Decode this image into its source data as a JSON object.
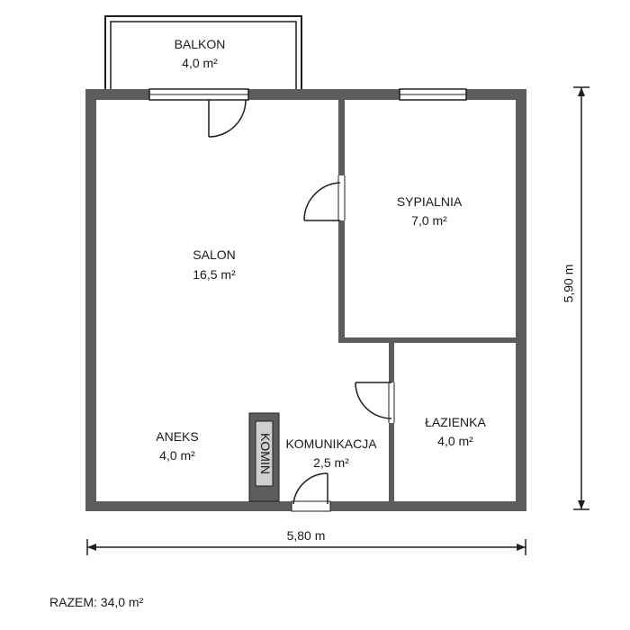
{
  "rooms": {
    "balkon": {
      "name": "BALKON",
      "area": "4,0 m²"
    },
    "salon": {
      "name": "SALON",
      "area": "16,5 m²"
    },
    "sypialnia": {
      "name": "SYPIALNIA",
      "area": "7,0 m²"
    },
    "aneks": {
      "name": "ANEKS",
      "area": "4,0 m²"
    },
    "komunikacja": {
      "name": "KOMUNIKACJA",
      "area": "2,5 m²"
    },
    "lazienka": {
      "name": "ŁAZIENKA",
      "area": "4,0 m²"
    }
  },
  "chimney_label": "KOMIN",
  "dimensions": {
    "width": "5,80 m",
    "height": "5,90 m"
  },
  "total": "RAZEM: 34,0 m²",
  "colors": {
    "wall": "#5d5d5d",
    "outline": "#1e1e1e",
    "text": "#1a1a1a"
  }
}
